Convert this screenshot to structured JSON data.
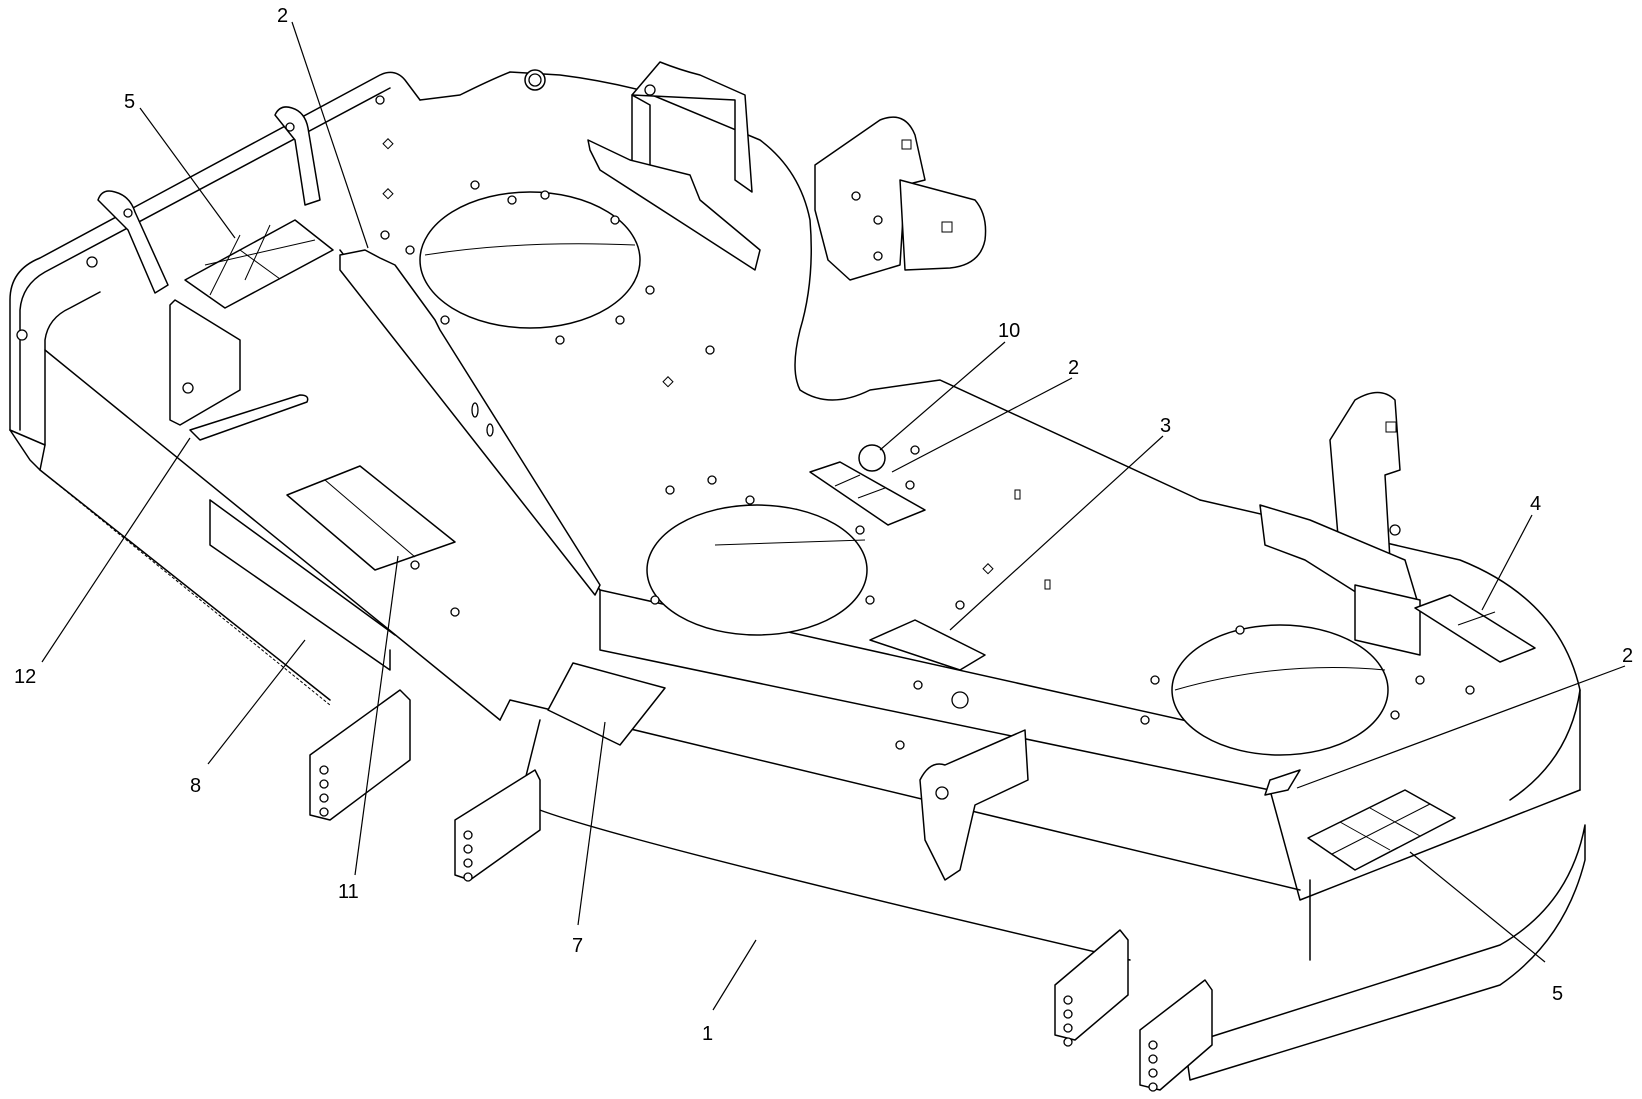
{
  "diagram": {
    "callouts": [
      {
        "id": "c-2a",
        "label": "2"
      },
      {
        "id": "c-5a",
        "label": "5"
      },
      {
        "id": "c-10",
        "label": "10"
      },
      {
        "id": "c-2b",
        "label": "2"
      },
      {
        "id": "c-3",
        "label": "3"
      },
      {
        "id": "c-4",
        "label": "4"
      },
      {
        "id": "c-2c",
        "label": "2"
      },
      {
        "id": "c-12",
        "label": "12"
      },
      {
        "id": "c-8",
        "label": "8"
      },
      {
        "id": "c-11",
        "label": "11"
      },
      {
        "id": "c-7",
        "label": "7"
      },
      {
        "id": "c-1",
        "label": "1"
      },
      {
        "id": "c-5b",
        "label": "5"
      }
    ]
  }
}
